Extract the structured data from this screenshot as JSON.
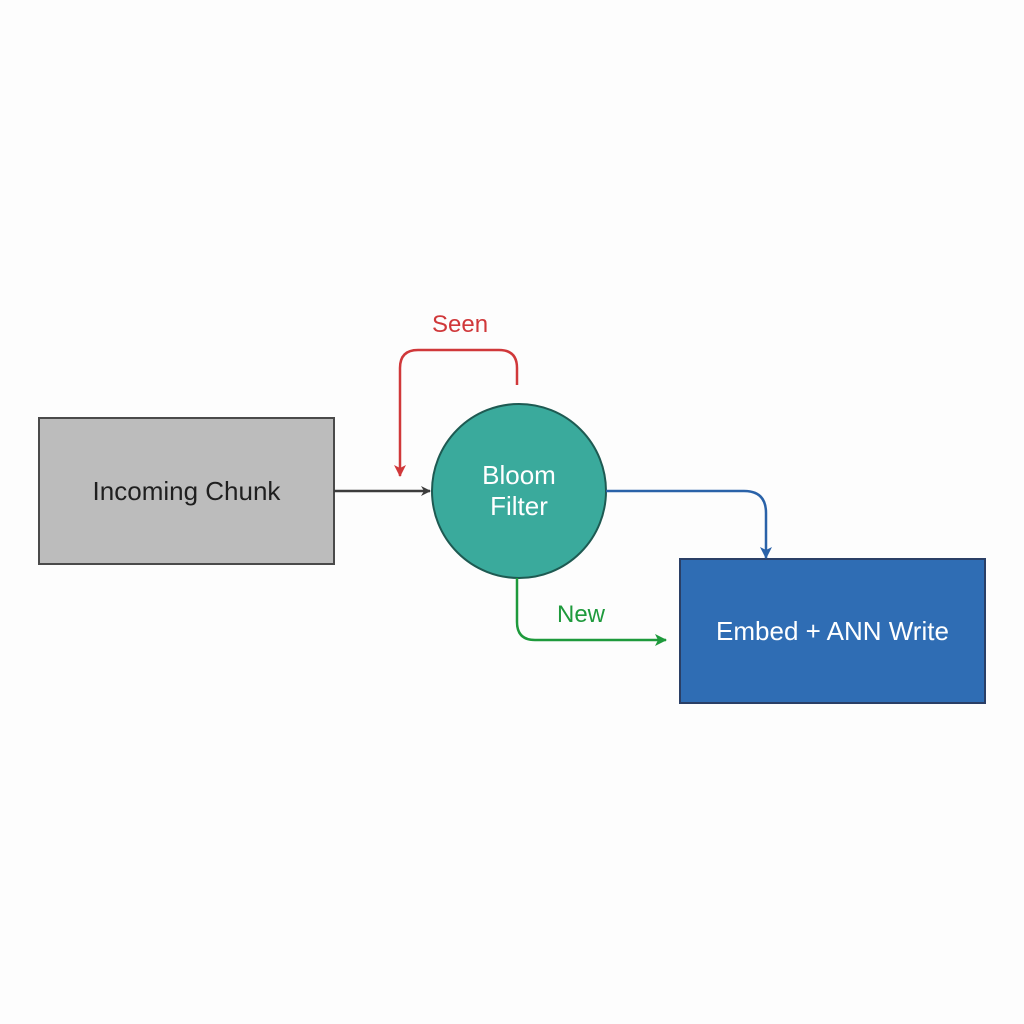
{
  "nodes": {
    "incoming": {
      "label": "Incoming Chunk"
    },
    "bloom": {
      "label": "Bloom\nFilter"
    },
    "embed": {
      "label": "Embed + ANN Write"
    }
  },
  "edges": {
    "seen": {
      "label": "Seen"
    },
    "new": {
      "label": "New"
    }
  },
  "colors": {
    "incoming_fill": "#bcbcbc",
    "incoming_stroke": "#4a4a4a",
    "bloom_fill": "#3aaa9c",
    "bloom_stroke": "#1e5a52",
    "embed_fill": "#2f6db4",
    "embed_stroke": "#2a3f66",
    "arrow_dark": "#3c3c3c",
    "seen": "#d0383a",
    "new": "#1e9a3c",
    "to_embed": "#2a62a8"
  }
}
